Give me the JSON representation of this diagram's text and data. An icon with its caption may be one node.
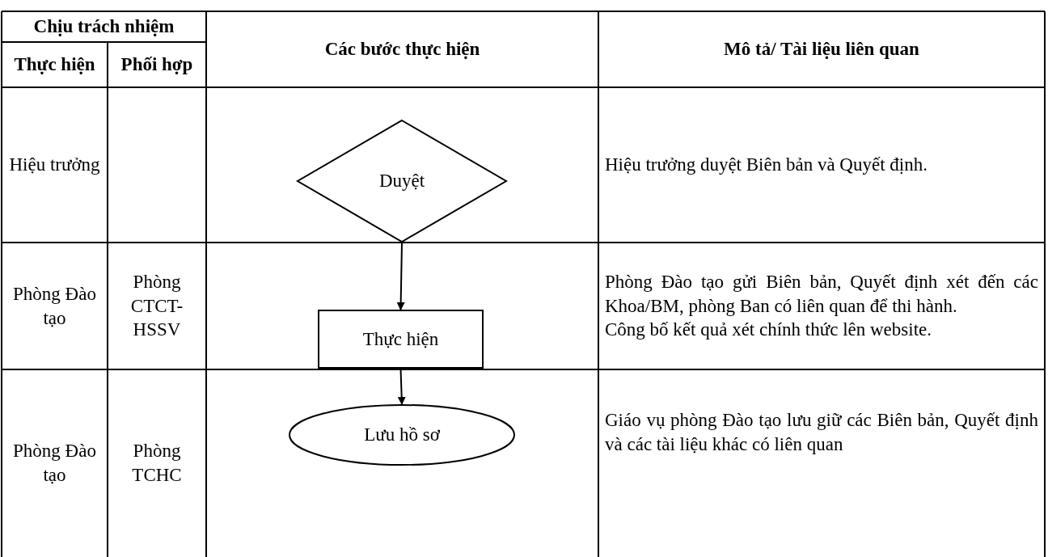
{
  "diagram": {
    "nodes": [
      {
        "text": [
          "Duyệt"
        ]
      },
      {
        "text": [
          "Thực hiện"
        ]
      },
      {
        "text": [
          "Lưu hồ sơ"
        ]
      }
    ],
    "edges": [
      {
        "from": 0,
        "to": 1,
        "arrow": "to"
      },
      {
        "from": 1,
        "to": 2,
        "arrow": "to"
      }
    ],
    "labels": [
      "Chịu trách nhiệm",
      "Các bước thực hiện",
      "Mô tả/ Tài liệu liên quan",
      "Thực hiện",
      "Phối hợp",
      "Hiệu trưởng",
      "Hiệu trưởng duyệt Biên bản và Quyết định.",
      "Phòng Đào tạo",
      "Phòng CTCT-HSSV",
      "Phòng Đào tạo gửi Biên bản, Quyết định xét đến các Khoa/BM, phòng Ban có liên quan để thi hành.",
      "Công bố kết quả xét chính thức lên website.",
      "Phòng Đào tạo",
      "Phòng TCHC",
      "Giáo vụ phòng Đào tạo lưu giữ các Biên bản, Quyết định và các tài liệu khác có liên quan"
    ]
  }
}
